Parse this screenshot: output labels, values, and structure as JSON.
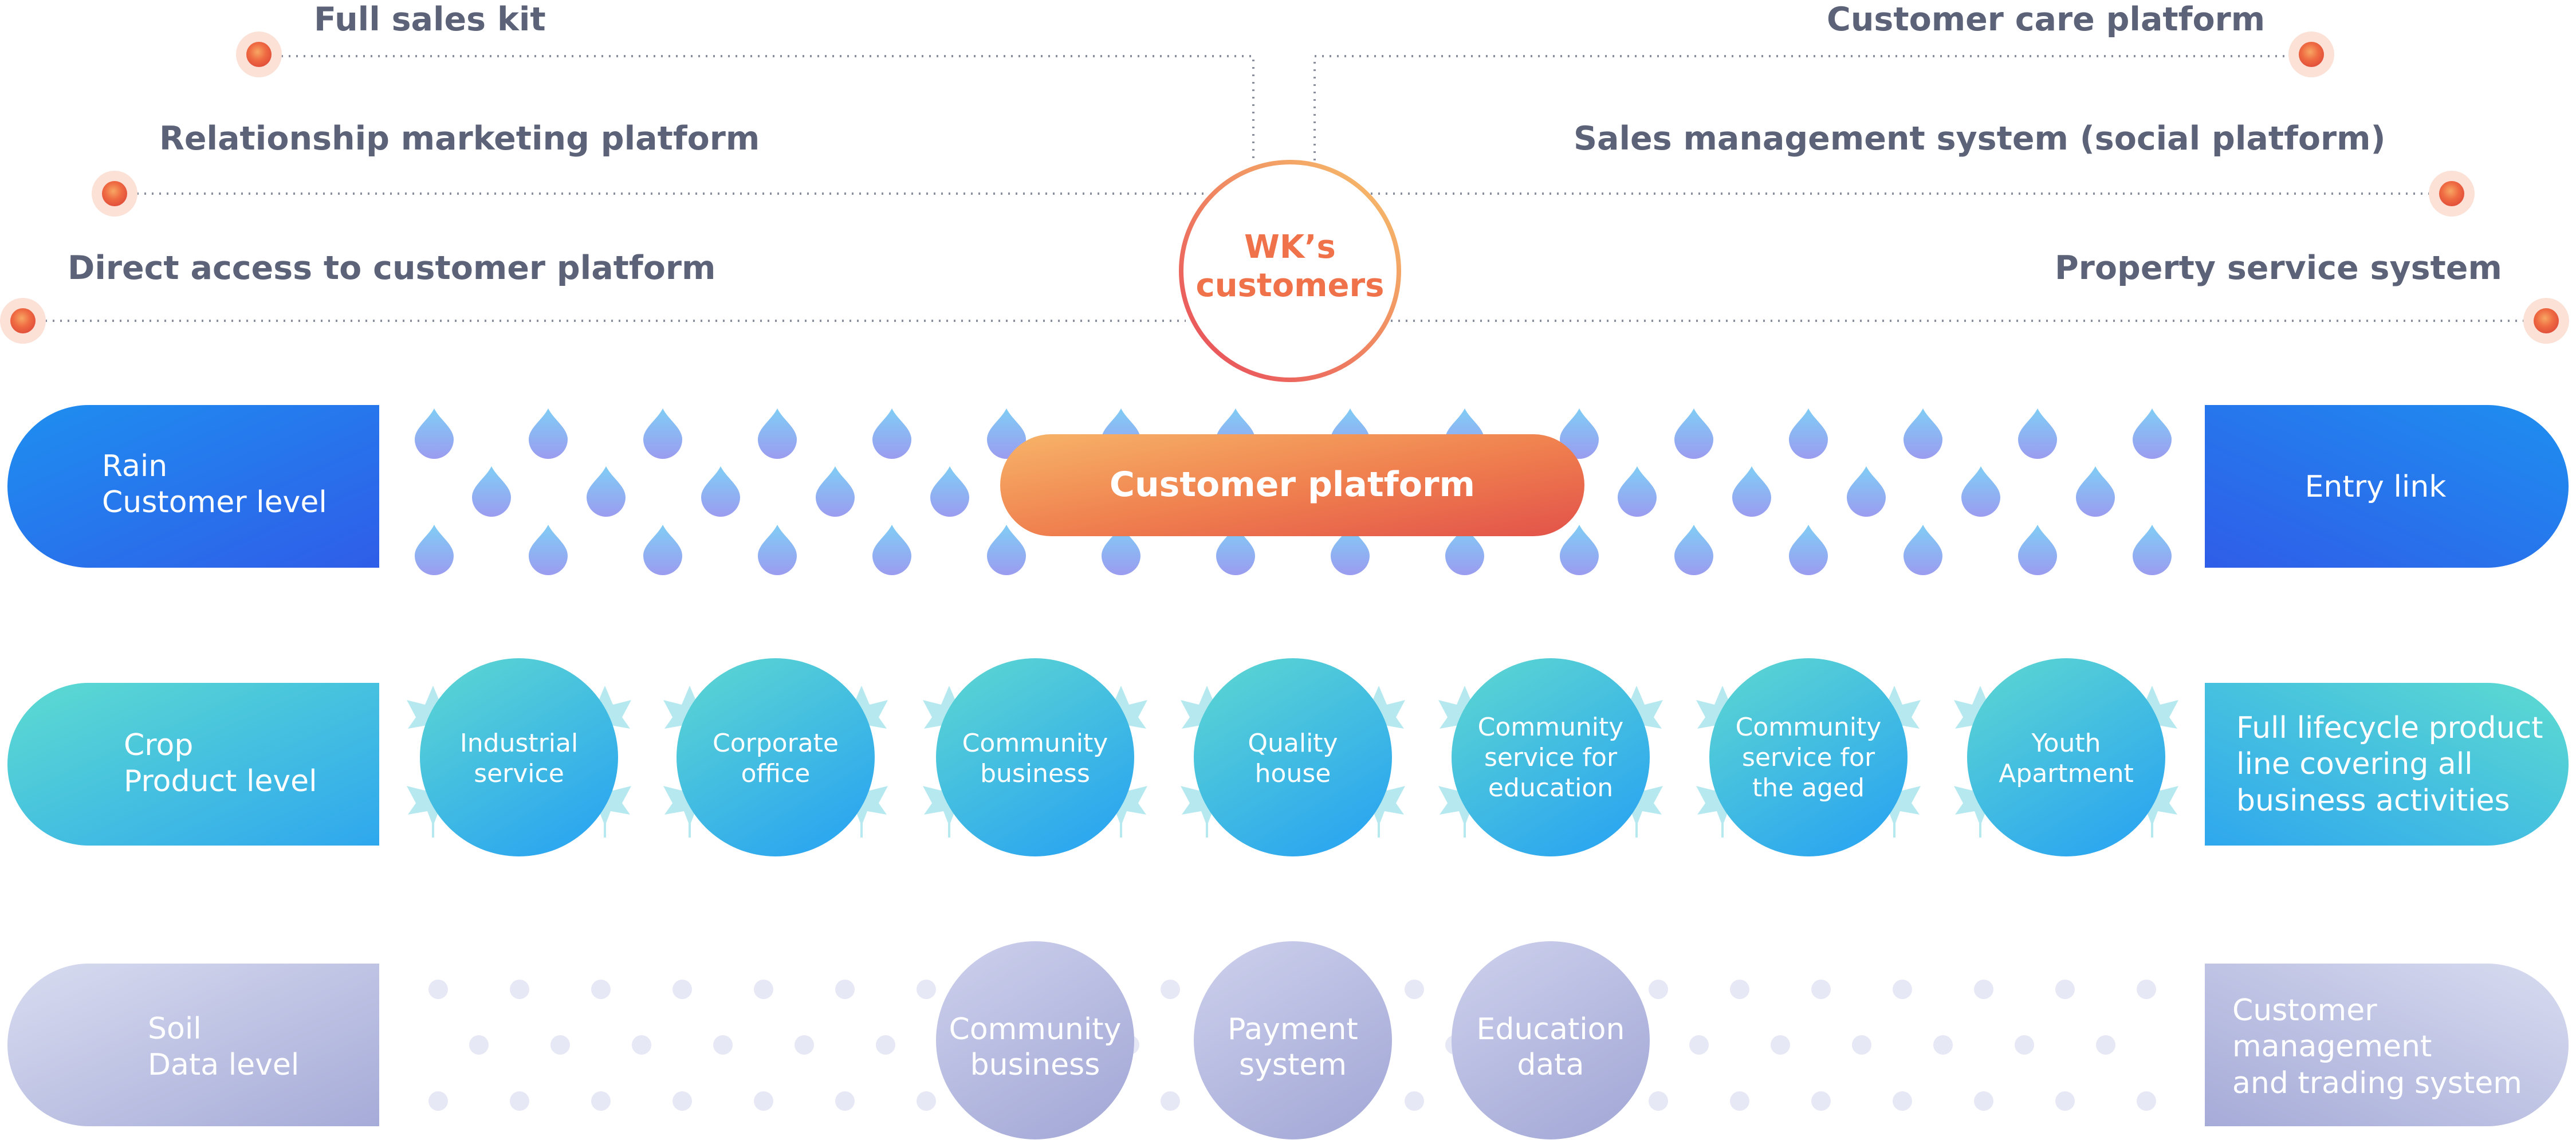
{
  "top_labels": [
    {
      "text": "Full sales kit"
    },
    {
      "text": "Relationship marketing platform"
    },
    {
      "text": "Direct access to customer platform"
    },
    {
      "text": "Customer care platform"
    },
    {
      "text": "Sales management system (social platform)"
    },
    {
      "text": "Property service system"
    }
  ],
  "center_circle": {
    "text": "WK’s\ncustomers"
  },
  "rain_row": {
    "left_pill": "Rain\nCustomer level",
    "center_bar": "Customer platform",
    "right_pill": "Entry link"
  },
  "crop_row": {
    "left_pill": "Crop\nProduct level",
    "right_pill": "Full lifecycle product\nline covering all\nbusiness activities",
    "circles": [
      {
        "text": "Industrial\nservice"
      },
      {
        "text": "Corporate\noffice"
      },
      {
        "text": "Community\nbusiness"
      },
      {
        "text": "Quality\nhouse"
      },
      {
        "text": "Community\nservice for\neducation"
      },
      {
        "text": "Community\nservice for\nthe aged"
      },
      {
        "text": "Youth\nApartment"
      }
    ]
  },
  "soil_row": {
    "left_pill": "Soil\nData level",
    "right_pill": "Customer\nmanagement\nand trading system",
    "circles": [
      {
        "text": "Community\nbusiness"
      },
      {
        "text": "Payment\nsystem"
      },
      {
        "text": "Education\ndata"
      }
    ]
  },
  "colors": {
    "label_text": "#5c6379",
    "accent_orange": "#f0724a",
    "rain_blue_start": "#1e8ff0",
    "rain_blue_end": "#2f5de8",
    "crop_teal_start": "#5ddbd0",
    "crop_teal_end": "#2fa7ee",
    "soil_lavender_start": "#d4d8ee",
    "soil_lavender_end": "#a9aed9",
    "drop_color": "#8fa9f2"
  }
}
